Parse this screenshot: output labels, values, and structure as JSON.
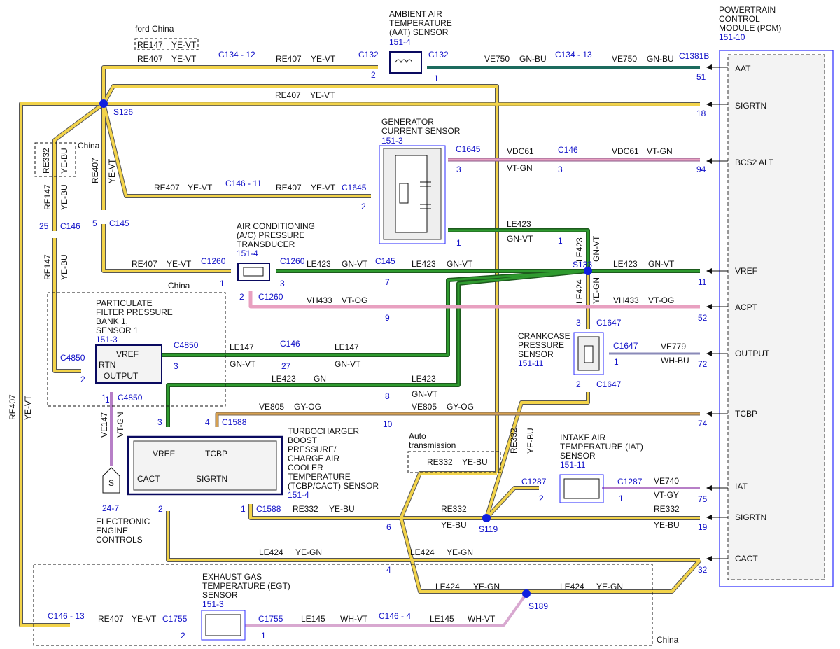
{
  "pcm": {
    "title": [
      "POWERTRAIN",
      "CONTROL",
      "MODULE (PCM)"
    ],
    "ref": "151-10",
    "connector": "C1381B",
    "pins": [
      {
        "label": "AAT",
        "pin": "51"
      },
      {
        "label": "SIGRTN",
        "pin": "18"
      },
      {
        "label": "BCS2 ALT",
        "pin": "94"
      },
      {
        "label": "VREF",
        "pin": "11"
      },
      {
        "label": "ACPT",
        "pin": "52"
      },
      {
        "label": "OUTPUT",
        "pin": "72"
      },
      {
        "label": "TCBP",
        "pin": "74"
      },
      {
        "label": "IAT",
        "pin": "75"
      },
      {
        "label": "SIGRTN",
        "pin": "19"
      },
      {
        "label": "CACT",
        "pin": "32"
      }
    ]
  },
  "aat": {
    "title": [
      "AMBIENT AIR",
      "TEMPERATURE",
      "(AAT) SENSOR"
    ],
    "ref": "151-4",
    "conn_left": "C132",
    "conn_right": "C132",
    "pin_left": "2",
    "pin_right": "1"
  },
  "gen": {
    "title": [
      "GENERATOR",
      "CURRENT SENSOR"
    ],
    "ref": "151-3",
    "pins": [
      "3",
      "2",
      "1"
    ],
    "conn_top": "C1645",
    "conn_mid": "C1645"
  },
  "ac": {
    "title": [
      "AIR CONDITIONING",
      "(A/C) PRESSURE",
      "TRANSDUCER"
    ],
    "ref": "151-4",
    "conn_left": "C1260",
    "conn_right": "C1260",
    "conn_bottom": "C1260",
    "pins": [
      "1",
      "3",
      "2"
    ]
  },
  "pf": {
    "title": [
      "PARTICULATE",
      "FILTER PRESSURE",
      "BANK 1,",
      "SENSOR 1"
    ],
    "ref": "151-3",
    "china": "China",
    "labels": [
      "VREF",
      "RTN",
      "OUTPUT"
    ],
    "conn_left": "C4850",
    "conn_right": "C4850",
    "conn_bottom": "C4850",
    "pins": [
      "2",
      "3",
      "1"
    ]
  },
  "crank": {
    "title": [
      "CRANKCASE",
      "PRESSURE",
      "SENSOR"
    ],
    "ref": "151-11",
    "conns": [
      "C1647",
      "C1647",
      "C1647"
    ],
    "pins": [
      "3",
      "1",
      "2"
    ]
  },
  "turbo": {
    "title": [
      "TURBOCHARGER",
      "BOOST",
      "PRESSURE/",
      "CHARGE AIR",
      "COOLER",
      "TEMPERATURE",
      "(TCBP/CACT) SENSOR"
    ],
    "ref": "151-4",
    "labels": [
      "VREF",
      "TCBP",
      "CACT",
      "SIGRTN"
    ],
    "conns": [
      "C1588",
      "C1588"
    ],
    "pins": [
      "3",
      "4",
      "2",
      "1"
    ]
  },
  "iat": {
    "title": [
      "INTAKE AIR",
      "TEMPERATURE (IAT)",
      "SENSOR"
    ],
    "ref": "151-11",
    "conns": [
      "C1287",
      "C1287"
    ],
    "pins": [
      "2",
      "1"
    ]
  },
  "egt": {
    "title": [
      "EXHAUST GAS",
      "TEMPERATURE (EGT)",
      "SENSOR"
    ],
    "ref": "151-3",
    "conns": [
      "C1755",
      "C1755"
    ],
    "pins": [
      "2",
      "1"
    ],
    "china": "China"
  },
  "eec": {
    "symbol": "S",
    "ref": "24-7",
    "title": [
      "ELECTRONIC",
      "ENGINE",
      "CONTROLS"
    ]
  },
  "fordchina": {
    "label": "ford China",
    "circuit": "RE147",
    "color": "YE-VT"
  },
  "china_left": {
    "label": "China",
    "circuit": "RE332",
    "color": "YE-BU"
  },
  "auto": {
    "label": [
      "Auto",
      "transmission"
    ],
    "circuit": "RE332",
    "color": "YE-BU"
  },
  "splices": [
    "S126",
    "S133",
    "S119",
    "S189"
  ],
  "connectors": [
    "C134 - 12",
    "C134 - 13",
    "C146 - 11",
    "C146",
    "C145",
    "C146 - 13",
    "C146 - 4",
    "C146",
    "C145"
  ],
  "inline_pins": [
    "25",
    "5",
    "6",
    "7",
    "9",
    "8",
    "10",
    "27",
    "4",
    "3",
    "1",
    "2"
  ],
  "wires": [
    {
      "circuit": "RE407",
      "color": "YE-VT"
    },
    {
      "circuit": "VE750",
      "color": "GN-BU"
    },
    {
      "circuit": "VDC61",
      "color": "VT-GN"
    },
    {
      "circuit": "LE423",
      "color": "GN-VT"
    },
    {
      "circuit": "LE423",
      "color": "GN"
    },
    {
      "circuit": "LE424",
      "color": "YE-GN"
    },
    {
      "circuit": "VH433",
      "color": "VT-OG"
    },
    {
      "circuit": "LE147",
      "color": "GN-VT"
    },
    {
      "circuit": "VE779",
      "color": "WH-BU"
    },
    {
      "circuit": "VE805",
      "color": "GY-OG"
    },
    {
      "circuit": "VE740",
      "color": "VT-GY"
    },
    {
      "circuit": "RE332",
      "color": "YE-BU"
    },
    {
      "circuit": "LE145",
      "color": "WH-VT"
    },
    {
      "circuit": "RE147",
      "color": "YE-BU"
    },
    {
      "circuit": "VE147",
      "color": "VT-GN"
    }
  ],
  "colors": {
    "yellow": "#f2d34a",
    "green": "#1d7a1d",
    "teal": "#1d6b5e",
    "pink": "#e8a0c0",
    "violet": "#b77fc7",
    "orange": "#c8904a",
    "blue_text": "#1010c8"
  }
}
